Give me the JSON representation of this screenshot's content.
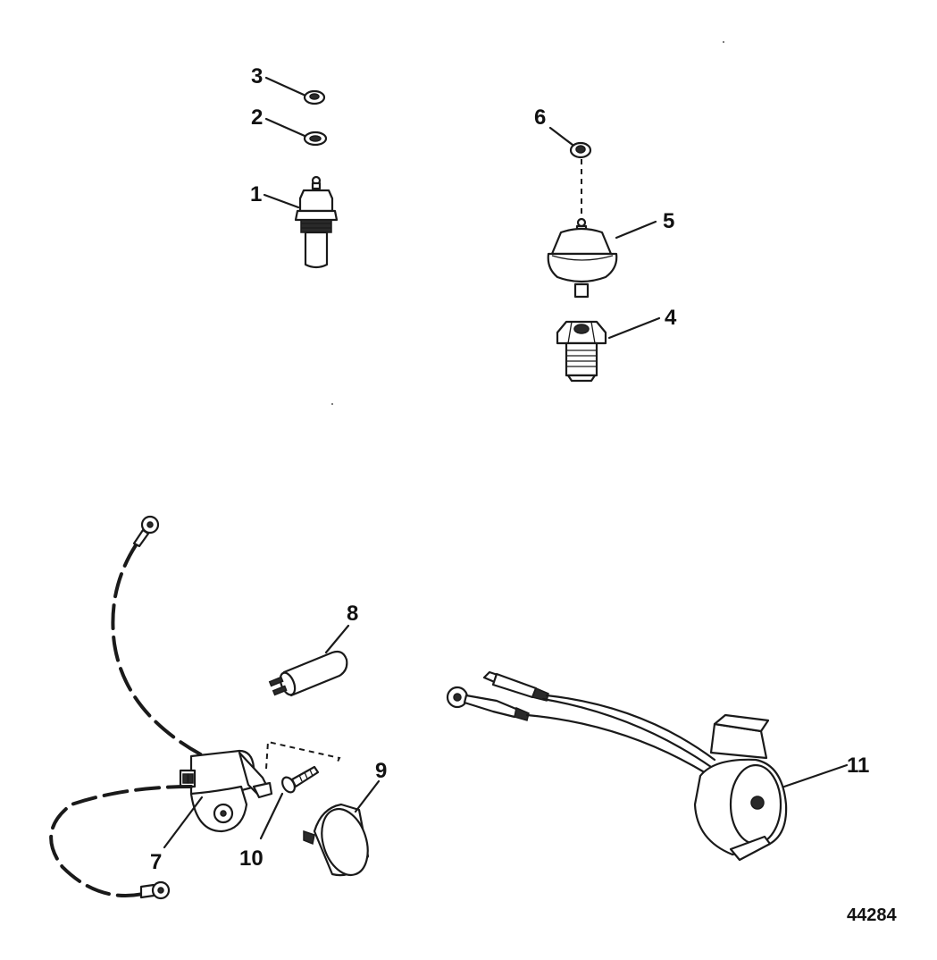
{
  "callouts": {
    "c1": "1",
    "c2": "2",
    "c3": "3",
    "c4": "4",
    "c5": "5",
    "c6": "6",
    "c7": "7",
    "c8": "8",
    "c9": "9",
    "c10": "10",
    "c11": "11"
  },
  "figure_number": "44284",
  "colors": {
    "ink": "#1a1a1a",
    "paper": "#ffffff"
  }
}
